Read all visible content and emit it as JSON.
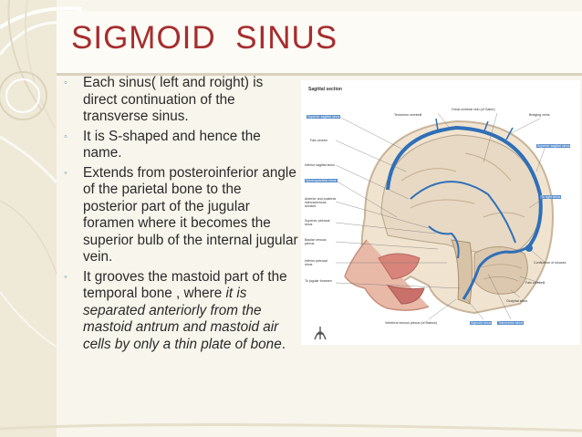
{
  "slide": {
    "title": "SIGMOID  SINUS",
    "bullet_marker": "◦",
    "bullets": [
      {
        "text": "Each sinus( left and roight) is direct continuation of the transverse sinus."
      },
      {
        "text": "It is S-shaped and hence the name."
      },
      {
        "text": "Extends from posteroinferior angle of the parietal bone to the posterior part of the jugular foramen where it becomes the superior bulb of the internal jugular vein."
      },
      {
        "text": "It grooves the mastoid part of the temporal bone , where ",
        "italic": "it is separated anteriorly from the mastoid antrum and mastoid air cells by only a thin plate of bone",
        "tail": "."
      }
    ]
  },
  "figure": {
    "title": "Sagittal section",
    "labels": {
      "tentorium": "Tentorium cerebelli",
      "great_vein": "Great cerebral vein (of Galen)",
      "bridging": "Bridging veins",
      "superior_sagittal": "Superior sagittal sinus",
      "falx_cerebri": "Falx cerebri",
      "inferior_sagittal": "Inferior sagittal sinus",
      "sphenoparietal": "Sphenoparietal sinus",
      "intercavernous": "Anterior and posterior intercavernous sinuses",
      "superior_petrosal": "Superior petrosal sinus",
      "basilar": "Basilar venous plexus",
      "inferior_petrosal": "Inferior petrosal sinus",
      "to_jugular": "To jugular foramen",
      "vertebral": "Vertebral venous plexus (of Batson)",
      "sigmoid": "Sigmoid sinus",
      "transverse": "Transverse sinus",
      "occipital": "Occipital sinus",
      "falx_cerebelli": "Falx cerebelli",
      "confluence": "Confluence of sinuses",
      "to_right": "To right sinus",
      "straight": "Straight sinus"
    }
  },
  "colors": {
    "title": "#a62d2d",
    "body_text": "#2a2a2a",
    "bullet": "#6f8fb0",
    "sinus_blue": "#2f6fb8"
  },
  "icons": {
    "background_ornament": "curved-lines-ornament",
    "logo": "publisher-logo-icon"
  }
}
